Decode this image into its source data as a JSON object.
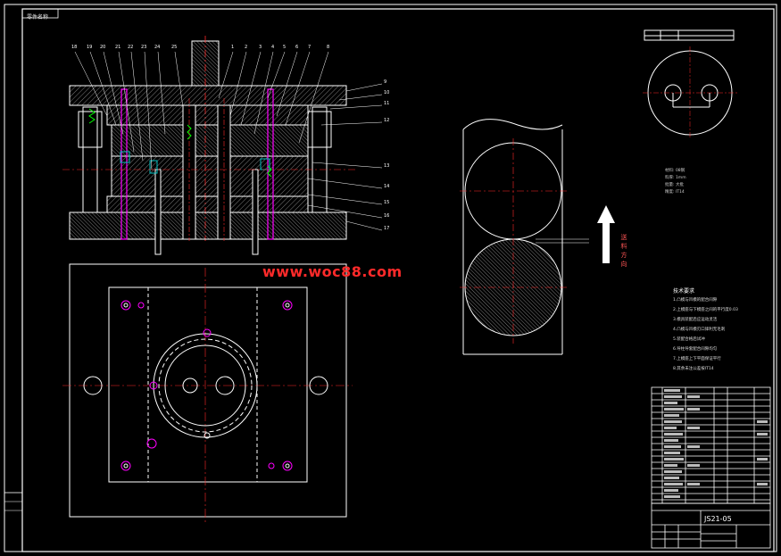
{
  "watermark": "www.woc88.com",
  "title_block": {
    "drawing_no": "JS21-05",
    "corner_tag": "零件名称"
  },
  "feed_direction": "送料方向",
  "tech_notes": {
    "title": "技术要求",
    "items": [
      "1.凸模与凹模的配合间隙",
      "2.上模座与下模座之间的平行度0.03",
      "3.模具装配后应运动灵活",
      "4.凸模与凹模刃口锋利无毛刺",
      "5.装配合格后试冲",
      "6.导柱导套配合间隙均匀",
      "7.上模座上下平面保证平行",
      "8.其余未注公差按IT14"
    ]
  },
  "part_notes": [
    "材料: 08钢",
    "料厚: 1mm",
    "批量: 大批",
    "精度: IT14"
  ],
  "callouts_top": [
    "18",
    "19",
    "20",
    "21",
    "22",
    "23",
    "24",
    "25",
    "1",
    "2",
    "3",
    "4",
    "5",
    "6",
    "7",
    "8"
  ],
  "callouts_right": [
    "9",
    "10",
    "11",
    "12",
    "13",
    "14",
    "15",
    "16",
    "17"
  ],
  "colors": {
    "background": "#000000",
    "line": "#ffffff",
    "centerline": "#ff2a2a",
    "part_cyan": "#00bfbf",
    "accent_green": "#00ff00",
    "accent_magenta": "#ff00ff",
    "watermark": "#ff2a2a"
  }
}
